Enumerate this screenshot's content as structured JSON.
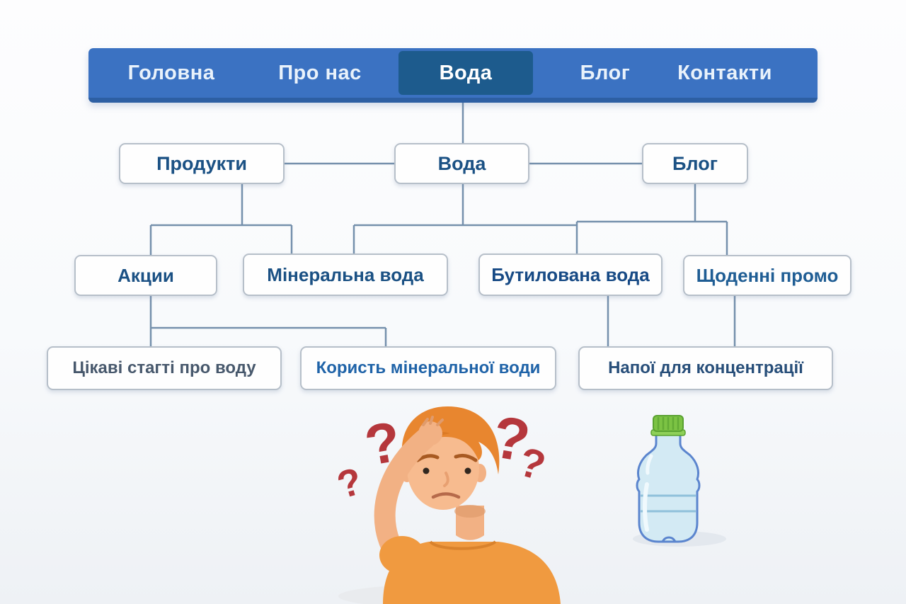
{
  "nav": {
    "items": [
      {
        "label": "Головна",
        "active": false
      },
      {
        "label": "Про нас",
        "active": false
      },
      {
        "label": "Вода",
        "active": true
      },
      {
        "label": "Блог",
        "active": false
      },
      {
        "label": "Контакти",
        "active": false
      }
    ]
  },
  "tree": {
    "level1": [
      {
        "label": "Продукти"
      },
      {
        "label": "Вода"
      },
      {
        "label": "Блог"
      }
    ],
    "level2": [
      {
        "label": "Акции"
      },
      {
        "label": "Мінеральна вода"
      },
      {
        "label": "Бутилована вода"
      },
      {
        "label": "Щоденні промо"
      }
    ],
    "level3": [
      {
        "label": "Цікаві стагті про воду"
      },
      {
        "label": "Користь мінеральної води"
      },
      {
        "label": "Напої для концентрації"
      }
    ]
  },
  "illustrations": {
    "confused_man": "confused-man-scratching-head-with-question-marks",
    "water_bottle": "plastic-water-bottle-with-green-cap"
  },
  "colors": {
    "navbar_blue": "#3b72c2",
    "navbar_edge": "#2d5fa3",
    "active_item_blue": "#1d5b8d",
    "node_border": "#b6bfc9",
    "node_text_blue": "#1b5184",
    "connector_gray_blue": "#7590ac",
    "question_mark_red": "#b5373c",
    "shirt_orange": "#f09a40",
    "hair_orange": "#e8862f",
    "skin_tone": "#f6bb8f",
    "bottle_outline_blue": "#5b85ce",
    "bottle_fill": "#d3eaf4",
    "cap_green": "#7cc344"
  }
}
